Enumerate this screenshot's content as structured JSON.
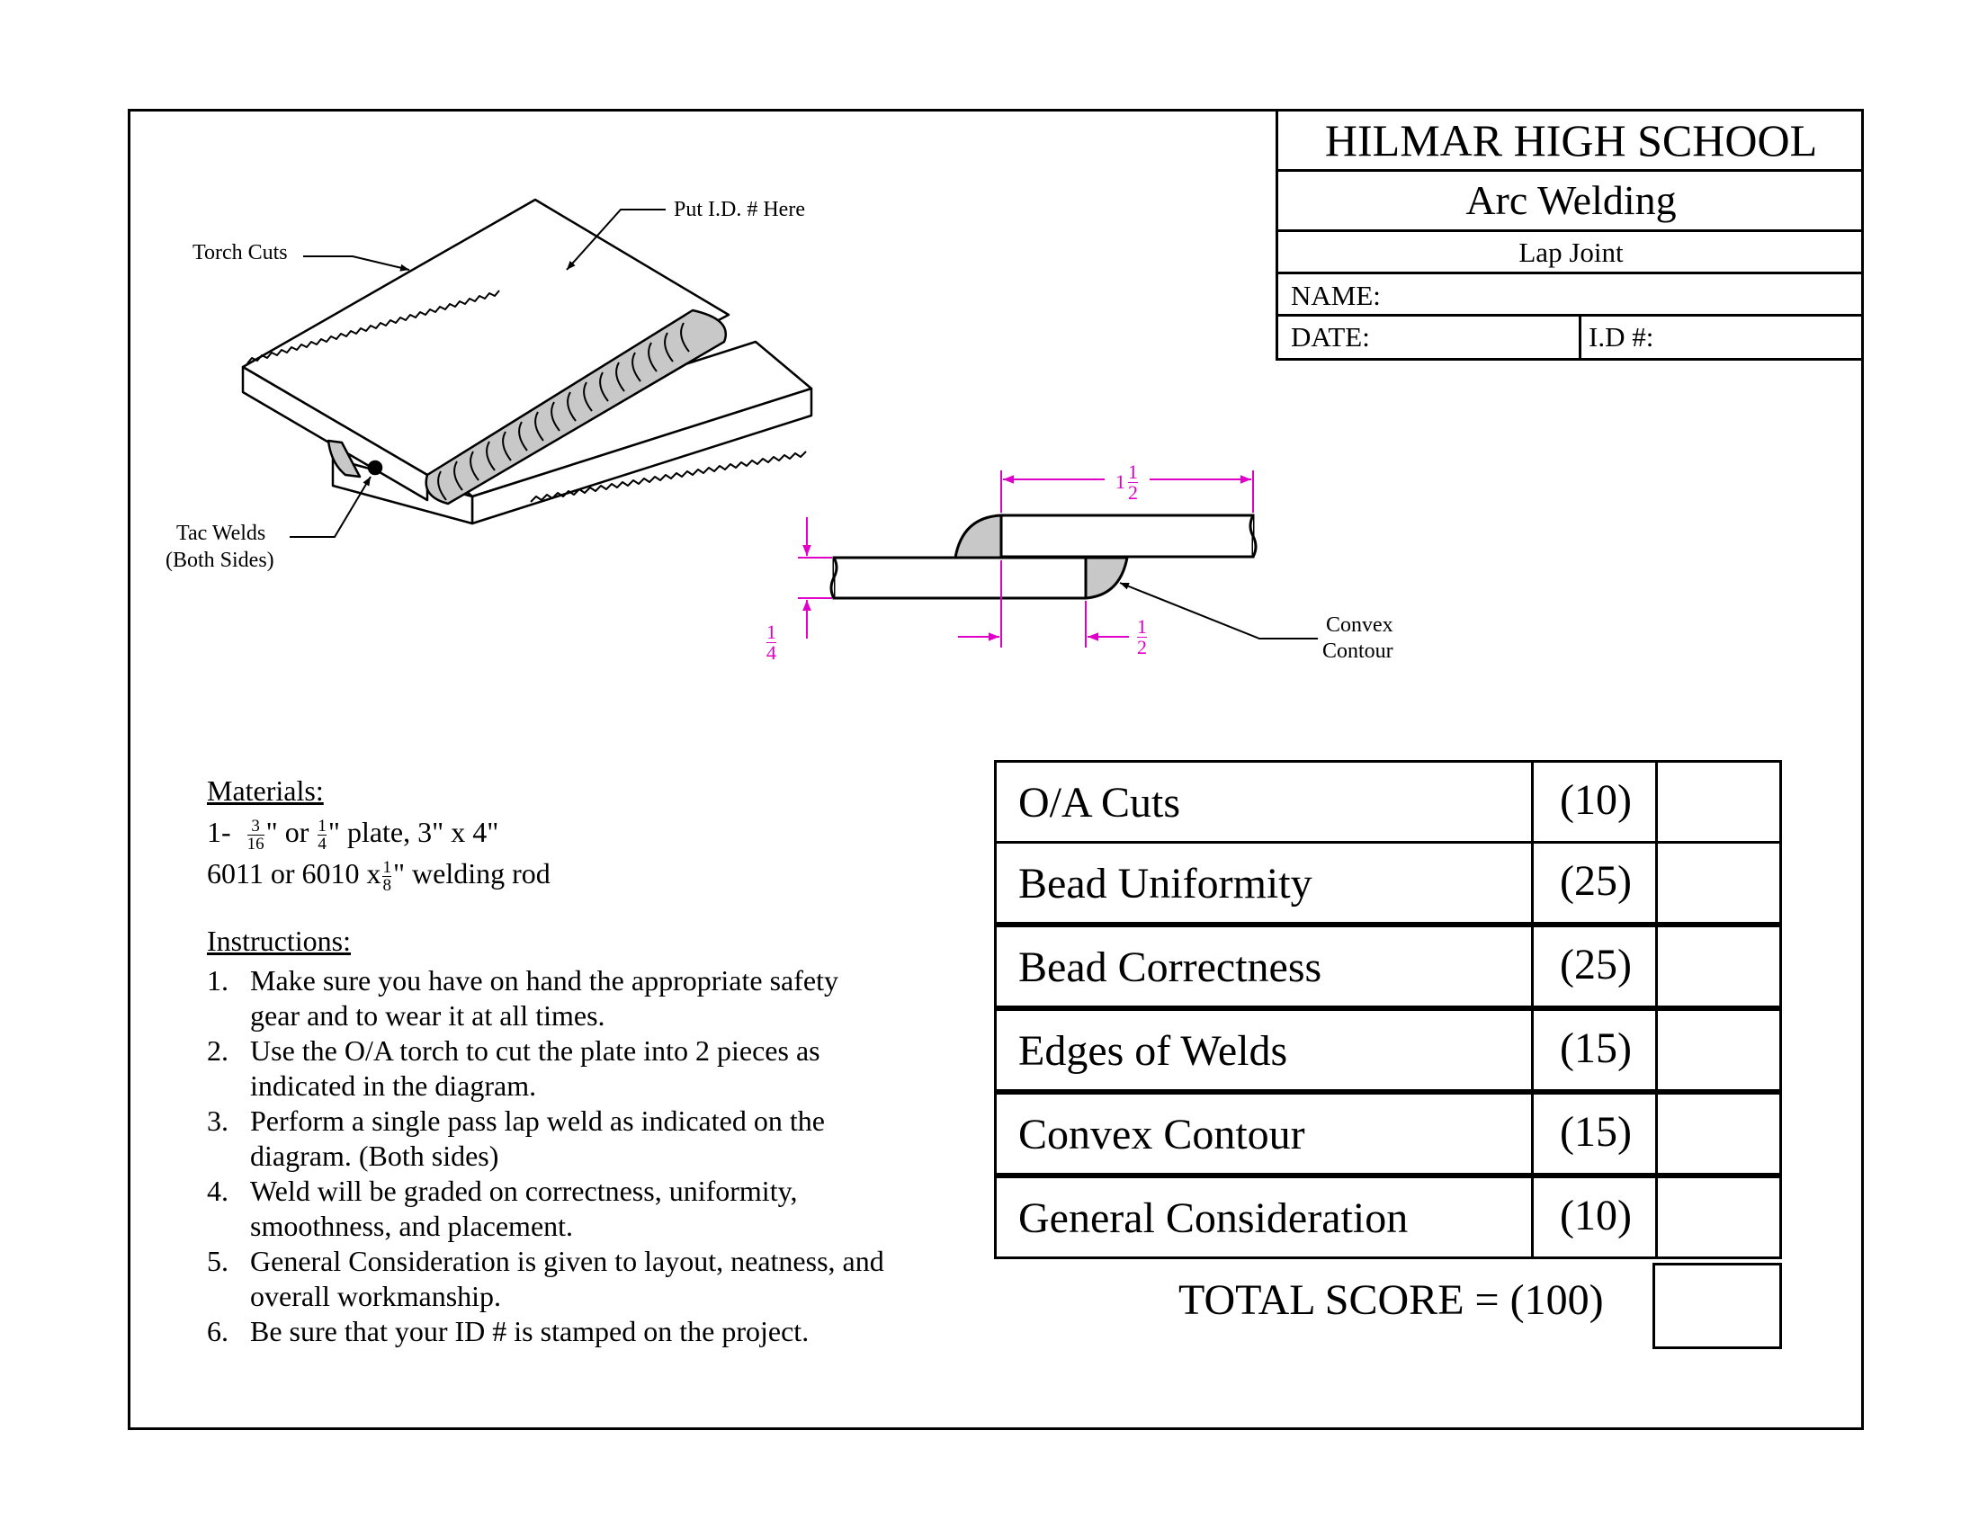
{
  "title_block": {
    "school": "HILMAR HIGH SCHOOL",
    "course": "Arc Welding",
    "project": "Lap Joint",
    "name_label": "NAME:",
    "date_label": "DATE:",
    "id_label": "I.D #:"
  },
  "iso_labels": {
    "put_id": "Put I.D. # Here",
    "torch_cuts": "Torch Cuts",
    "tac_welds": "Tac Welds",
    "both_sides": "(Both Sides)"
  },
  "section_view": {
    "width_whole": "1",
    "width_num": "1",
    "width_den": "2",
    "thickness_num": "1",
    "thickness_den": "4",
    "overlap_num": "1",
    "overlap_den": "2",
    "convex": "Convex",
    "contour": "Contour"
  },
  "materials": {
    "header": "Materials:",
    "line1_prefix": "1-",
    "frac_a_num": "3",
    "frac_a_den": "16",
    "line1_or": "\" or",
    "frac_b_num": "1",
    "frac_b_den": "4",
    "line1_rest": "\" plate, 3\" x 4\"",
    "line2_prefix": "6011 or 6010 x",
    "frac_c_num": "1",
    "frac_c_den": "8",
    "line2_rest": "\" welding rod"
  },
  "instructions": {
    "header": "Instructions:",
    "items": [
      {
        "n": "1.",
        "text": "Make sure you have on hand the appropriate safety gear and to wear it at all times."
      },
      {
        "n": "2.",
        "text": "Use the O/A torch to cut the plate into 2 pieces as indicated in the diagram."
      },
      {
        "n": "3.",
        "text": "Perform a single pass lap weld as indicated on the diagram.  (Both sides)"
      },
      {
        "n": "4.",
        "text": "Weld will be graded on correctness, uniformity, smoothness, and placement."
      },
      {
        "n": "5.",
        "text": "General Consideration is given to layout, neatness, and overall workmanship."
      },
      {
        "n": "6.",
        "text": "Be sure that your ID # is stamped on the project."
      }
    ]
  },
  "scoring": {
    "rows": [
      {
        "criterion": "O/A Cuts",
        "points": "(10)"
      },
      {
        "criterion": "Bead Uniformity",
        "points": "(25)"
      },
      {
        "criterion": "Bead Correctness",
        "points": "(25)"
      },
      {
        "criterion": "Edges of Welds",
        "points": "(15)"
      },
      {
        "criterion": "Convex Contour",
        "points": "(15)"
      },
      {
        "criterion": "General Consideration",
        "points": "(10)"
      }
    ],
    "total_label": "TOTAL SCORE = (100)"
  },
  "colors": {
    "dimension": "#e000c8",
    "weld_fill": "#c8c8c8",
    "line": "#000000"
  }
}
